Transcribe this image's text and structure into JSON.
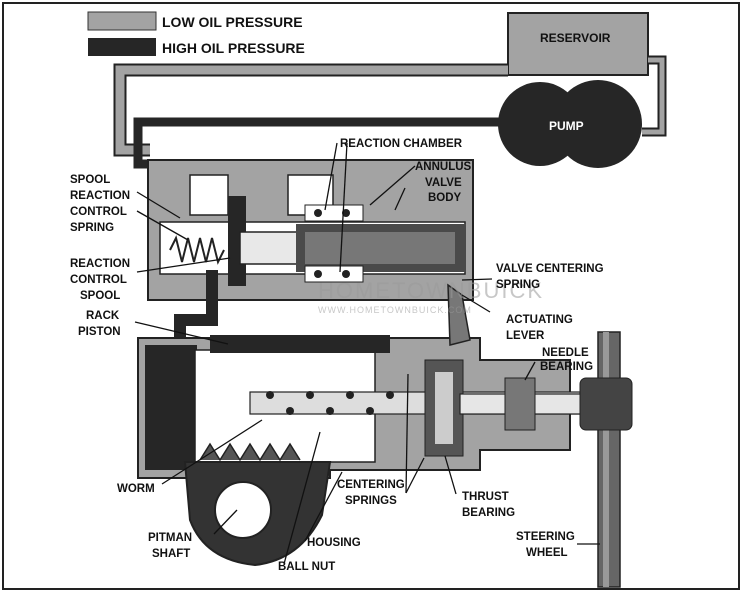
{
  "legend": {
    "low": {
      "label": "LOW OIL PRESSURE",
      "color": "#a3a3a3"
    },
    "high": {
      "label": "HIGH OIL PRESSURE",
      "color": "#262626"
    }
  },
  "labels": {
    "reservoir": "RESERVOIR",
    "pump": "PUMP",
    "reaction_chamber": "REACTION CHAMBER",
    "annulus": "ANNULUS",
    "valve_body_1": "VALVE",
    "valve_body_2": "BODY",
    "spool_1": "SPOOL",
    "spool_2": "REACTION",
    "spool_3": "CONTROL",
    "spool_4": "SPRING",
    "rcs_1": "REACTION",
    "rcs_2": "CONTROL",
    "rcs_3": "SPOOL",
    "rack_1": "RACK",
    "rack_2": "PISTON",
    "vcs_1": "VALVE CENTERING",
    "vcs_2": "SPRING",
    "act_1": "ACTUATING",
    "act_2": "LEVER",
    "needle_1": "NEEDLE",
    "needle_2": "BEARING",
    "worm": "WORM",
    "centering_1": "CENTERING",
    "centering_2": "SPRINGS",
    "thrust_1": "THRUST",
    "thrust_2": "BEARING",
    "pitman_1": "PITMAN",
    "pitman_2": "SHAFT",
    "housing": "HOUSING",
    "ball_nut": "BALL NUT",
    "steering_1": "STEERING",
    "steering_2": "WHEEL"
  },
  "watermark": {
    "brand": "HOMETOWNBUICK",
    "url": "WWW.HOMETOWNBUICK.COM"
  }
}
